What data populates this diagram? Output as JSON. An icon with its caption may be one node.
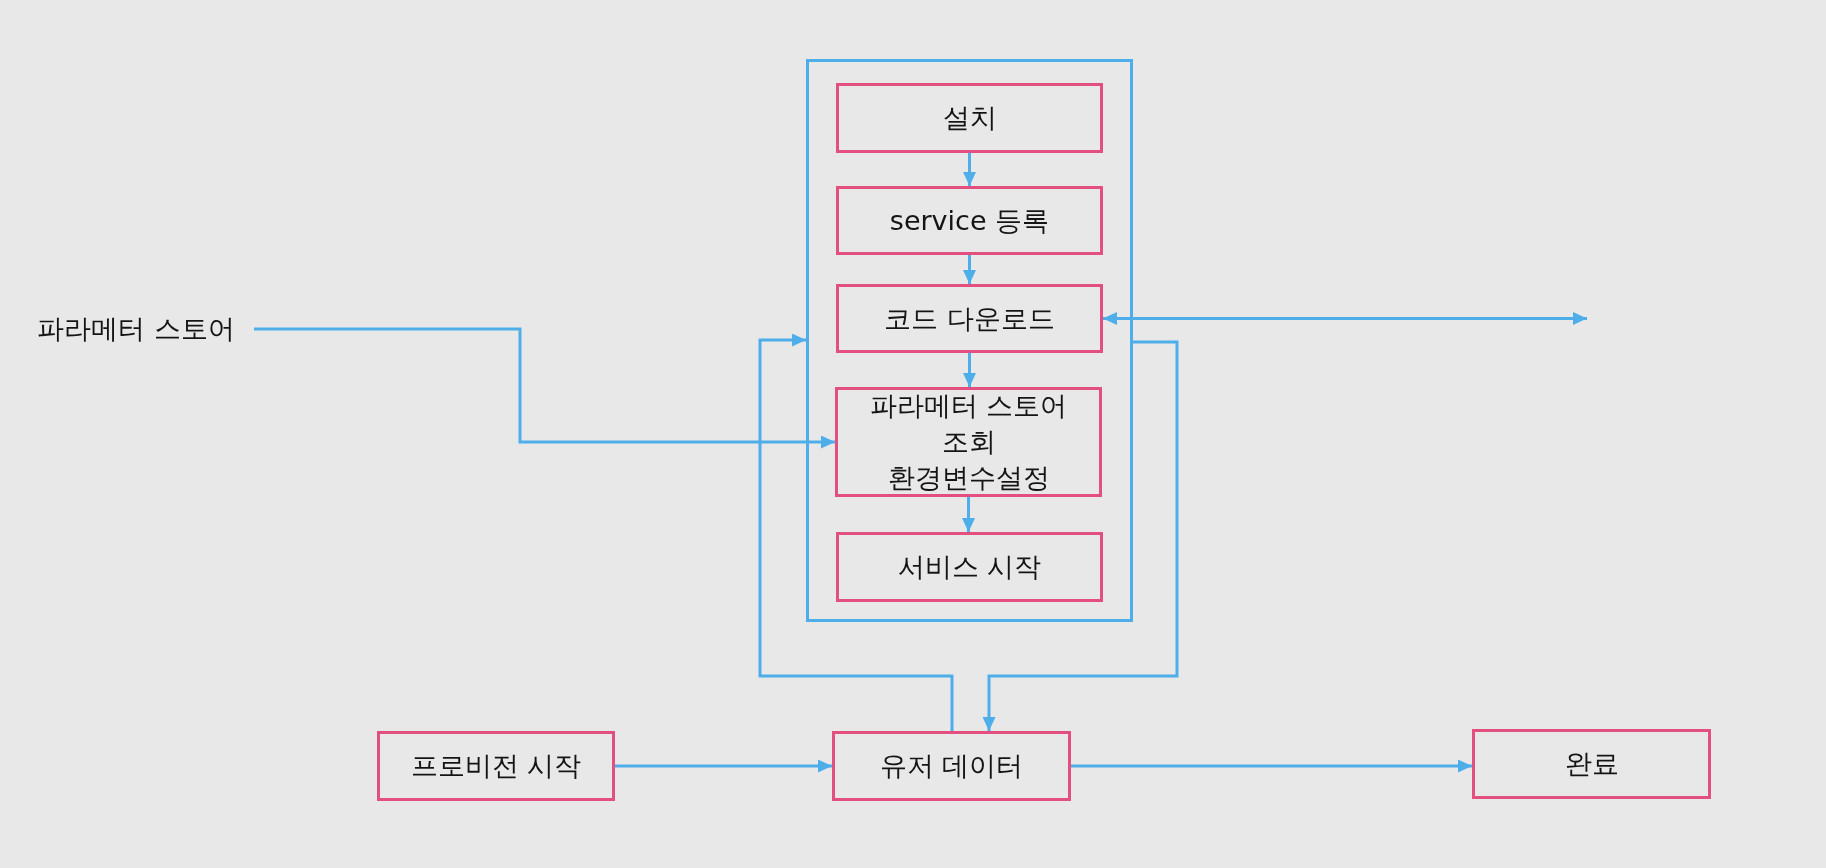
{
  "diagram": {
    "nodes": [
      {
        "text": [
          "파라메터 스토어"
        ]
      },
      {
        "text": [],
        "shape": "box"
      },
      {
        "text": [
          "설치"
        ],
        "in": 1
      },
      {
        "text": [
          "service 등록"
        ],
        "in": 1
      },
      {
        "text": [
          "코드 다운로드"
        ],
        "in": 1
      },
      {
        "text": [
          "파라메터 스토어 조회 환경변수설정"
        ],
        "in": 1
      },
      {
        "text": [
          "서비스 시작"
        ],
        "in": 1
      },
      {
        "text": [
          "프로비전 시작"
        ]
      },
      {
        "text": [
          "유저 데이터"
        ]
      },
      {
        "text": [
          "완료"
        ]
      }
    ],
    "edges": [
      {
        "from": 2,
        "to": 3,
        "arrow": "to"
      },
      {
        "from": 3,
        "to": 4,
        "arrow": "to"
      },
      {
        "from": 4,
        "to": 5,
        "arrow": "to"
      },
      {
        "from": 5,
        "to": 6,
        "arrow": "to"
      },
      {
        "from": 4,
        "to": null,
        "arrow": "both"
      },
      {
        "from": 0,
        "to": 5,
        "arrow": "to"
      },
      {
        "from": 7,
        "to": 8,
        "arrow": "to"
      },
      {
        "from": 8,
        "to": 1,
        "arrow": "to"
      },
      {
        "from": 1,
        "to": 8,
        "arrow": "to"
      },
      {
        "from": 8,
        "to": 9,
        "arrow": "to"
      }
    ]
  }
}
